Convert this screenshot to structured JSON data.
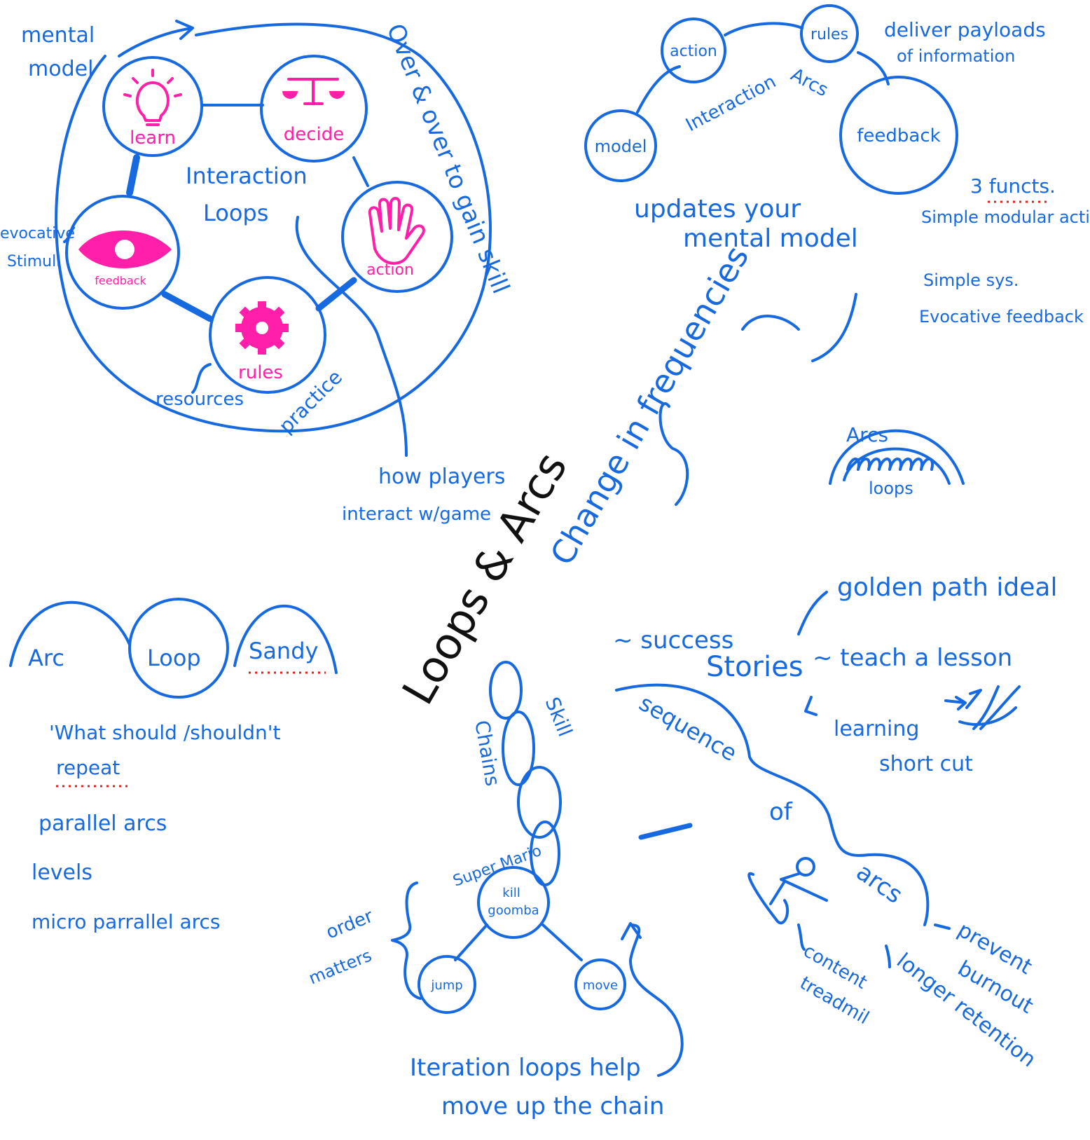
{
  "colors": {
    "ink": "#1769e0",
    "accent": "#ff1fa8",
    "center_ink": "#111111",
    "spell_mark": "#e02020"
  },
  "center_title": "Loops & Arcs",
  "interaction_loops": {
    "title_line1": "Interaction",
    "title_line2": "Loops",
    "nodes": {
      "learn": "learn",
      "decide": "decide",
      "action": "action",
      "rules": "rules",
      "feedback": "feedback"
    },
    "icons": {
      "learn": "lightbulb-icon",
      "decide": "scales-icon",
      "action": "hand-icon",
      "rules": "gear-icon",
      "feedback": "eye-icon"
    },
    "mental_model_line1": "mental",
    "mental_model_line2": "model",
    "evocative_line1": "evocative",
    "evocative_line2": "Stimuli",
    "resources": "resources",
    "outer_text": "Over & over to gain skill",
    "practice": "practice",
    "players_line1": "how players",
    "players_line2": "interact w/game"
  },
  "interaction_arcs": {
    "title_line1": "Interaction",
    "title_line2": "Arcs",
    "nodes": {
      "model": "model",
      "action": "action",
      "rules": "rules",
      "feedback": "feedback"
    },
    "deliver_line1": "deliver payloads",
    "deliver_line2": "of information",
    "updates_line1": "updates your",
    "updates_line2": "mental model",
    "functs_title": "3 functs.",
    "functs_items": [
      "Simple modular action",
      "Simple sys.",
      "Evocative feedback"
    ]
  },
  "change_frequencies": "Change in frequencies",
  "arcs_loops": {
    "arcs": "Arcs",
    "loops": "loops"
  },
  "arc_loop_sandy": {
    "arc": "Arc",
    "loop": "Loop",
    "sandy": "Sandy",
    "question_line1": "'What should /shouldn't",
    "question_line2": "repeat",
    "bullets": [
      "parallel arcs",
      "levels",
      "micro parrallel arcs"
    ]
  },
  "success_stories": {
    "success": "~ success",
    "golden_path": "golden path ideal",
    "stories": "Stories",
    "teach": "~ teach a lesson",
    "learning": "learning",
    "shortcut": "short cut"
  },
  "skill_chains": {
    "skill": "Skill",
    "chains": "Chains",
    "super_mario": "Super Mario",
    "kill_line1": "kill",
    "kill_line2": "goomba",
    "jump": "jump",
    "move": "move",
    "order_line1": "order",
    "order_line2": "matters",
    "iteration_line1": "Iteration loops help",
    "iteration_line2": "move up the chain"
  },
  "sequence": {
    "sequence": "sequence",
    "of": "of",
    "arcs": "arcs",
    "content_line1": "content",
    "content_line2": "treadmil",
    "prevent_line1": "prevent",
    "prevent_line2": "burnout",
    "longer": "longer retention"
  }
}
